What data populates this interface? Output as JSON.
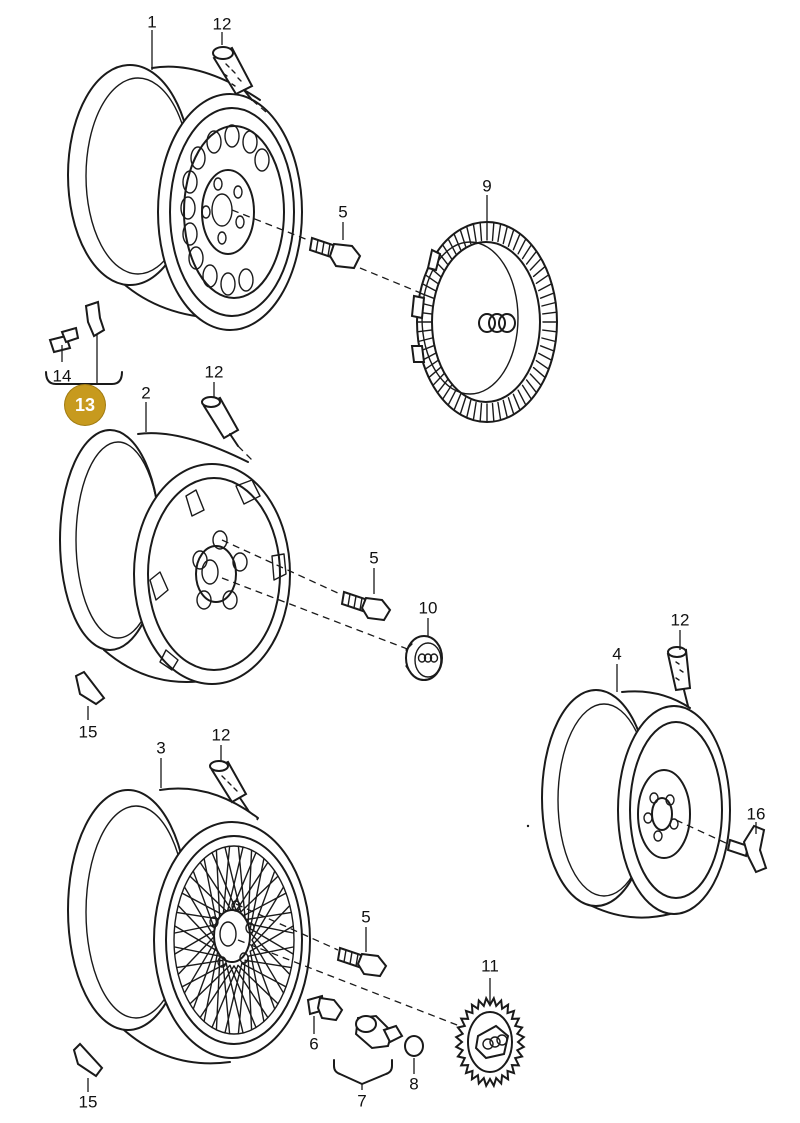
{
  "labels": {
    "n1": "1",
    "n2": "2",
    "n3": "3",
    "n4": "4",
    "n5a": "5",
    "n5b": "5",
    "n5c": "5",
    "n6": "6",
    "n7": "7",
    "n8": "8",
    "n9": "9",
    "n10": "10",
    "n11": "11",
    "n12a": "12",
    "n12b": "12",
    "n12c": "12",
    "n12d": "12",
    "n13": "13",
    "n14": "14",
    "n15a": "15",
    "n15b": "15",
    "n16": "16"
  },
  "colors": {
    "line": "#1a1a1a",
    "badge": "#c79a1e",
    "background": "#ffffff"
  },
  "icons": {
    "hubcap_emblem": "four-rings-logo"
  }
}
